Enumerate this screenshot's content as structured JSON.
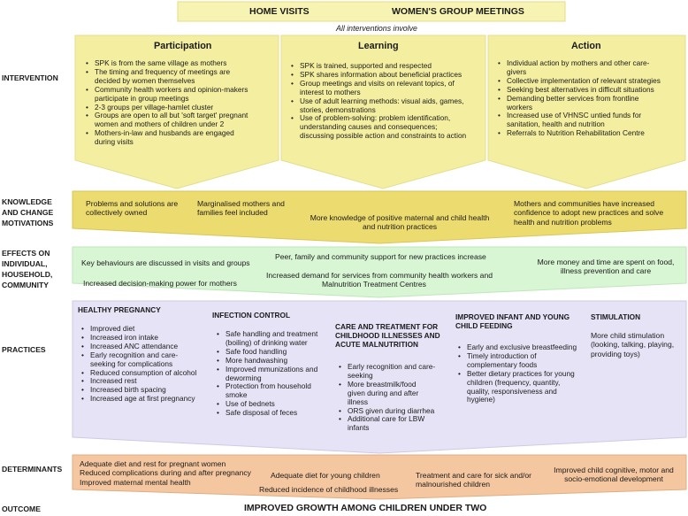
{
  "top": {
    "home_visits": "HOME VISITS",
    "group_meetings": "WOMEN'S GROUP MEETINGS",
    "all_interventions": "All interventions involve"
  },
  "row_labels": {
    "intervention": "INTERVENTION",
    "knowledge": [
      "KNOWLEDGE",
      "AND CHANGE",
      "MOTIVATIONS"
    ],
    "effects": [
      "EFFECTS ON",
      "INDIVIDUAL,",
      "HOUSEHOLD,",
      "COMMUNITY"
    ],
    "practices": "PRACTICES",
    "determinants": "DETERMINANTS",
    "outcome": "OUTCOME"
  },
  "participation": {
    "title": "Participation",
    "items": [
      "SPK is from the same village as mothers",
      "The timing and frequency of meetings are|decided by women themselves",
      "Community health workers and opinion-makers|participate in group meetings",
      "2-3 groups per village-hamlet cluster",
      "Groups are open to all but 'soft target' pregnant|women and mothers of children under 2",
      "Mothers-in-law and husbands are engaged|during visits"
    ]
  },
  "learning": {
    "title": "Learning",
    "items": [
      "SPK is trained, supported and respected",
      "SPK shares information about beneficial practices",
      "Group meetings and visits on relevant topics, of|interest to mothers",
      "Use of adult learning methods: visual aids, games,|stories, demonstrations",
      "Use of problem-solving: problem identification,|understanding causes and consequences;|discussing possible action and constraints to action"
    ]
  },
  "action": {
    "title": "Action",
    "items": [
      "Individual action by mothers and other care-|givers",
      "Collective implementation of relevant strategies",
      "Seeking best alternatives in difficult situations",
      "Demanding better services from frontline|workers",
      "Increased use of VHNSC untied funds for|sanitation, health and nutrition",
      "Referrals to Nutrition Rehabilitation Centre"
    ]
  },
  "knowledge": {
    "a": "Problems and solutions are|collectively owned",
    "b": "Marginalised mothers and|families feel included",
    "c": "More knowledge of positive maternal and child health|and nutrition practices",
    "d": "Mothers and communities have increased|confidence to adopt new practices and solve|health and nutrition problems"
  },
  "effects": {
    "a": "Key behaviours are discussed in visits and groups",
    "b": "Peer, family and community support for new practices increase",
    "c": "More money and time are spent on food,|illness prevention and care",
    "d": "Increased decision-making power for mothers",
    "e": "Increased demand for services from community health workers and|Malnutrition Treatment Centres"
  },
  "practices": {
    "healthy_pregnancy": {
      "title": "HEALTHY PREGNANCY",
      "items": [
        "Improved diet",
        "Increased iron intake",
        "Increased ANC attendance",
        "Early recognition and care-|seeking for complications",
        "Reduced consumption of alcohol",
        "Increased rest",
        "Increased birth spacing",
        "Increased age at first pregnancy"
      ]
    },
    "infection_control": {
      "title": "INFECTION CONTROL",
      "items": [
        "Safe handling and treatment|(boiling) of drinking water",
        "Safe food handling",
        "More handwashing",
        "Improved mmunizations and|deworming",
        "Protection from household|smoke",
        "Use of bednets",
        "Safe disposal of feces"
      ]
    },
    "care_treatment": {
      "title": "CARE AND TREATMENT FOR|CHILDHOOD ILLNESSES AND|ACUTE MALNUTRITION",
      "items": [
        "Early recognition and care-|seeking",
        "More breastmilk/food|given during and after|illness",
        "ORS given during diarrhea",
        "Additional care for LBW|infants"
      ]
    },
    "infant_feeding": {
      "title": "IMPROVED INFANT AND YOUNG|CHILD FEEDING",
      "items": [
        "Early and exclusive breastfeeding",
        "Timely introduction of|complementary foods",
        "Better dietary practices for young|children (frequency, quantity,|quality, responsiveness and|hygiene)"
      ]
    },
    "stimulation": {
      "title": "STIMULATION",
      "text": "More child stimulation|(looking, talking, playing,|providing toys)"
    }
  },
  "determinants": {
    "a": "Adequate diet and rest for pregnant women|Reduced complications during and after pregnancy|Improved maternal mental health",
    "b": "Adequate diet for young children",
    "c": "Reduced incidence of childhood illnesses",
    "d": "Treatment and care for sick and/or|malnourished children",
    "e": "Improved child cognitive, motor and|socio-emotional development"
  },
  "outcome": "IMPROVED GROWTH AMONG CHILDREN UNDER TWO",
  "colors": {
    "top_box": "#f7f3b2",
    "intervention": "#f4efa0",
    "knowledge": "#ecdb6e",
    "effects": "#d8f5d4",
    "practices": "#e7e3f6",
    "determinants": "#f5c7a0"
  }
}
